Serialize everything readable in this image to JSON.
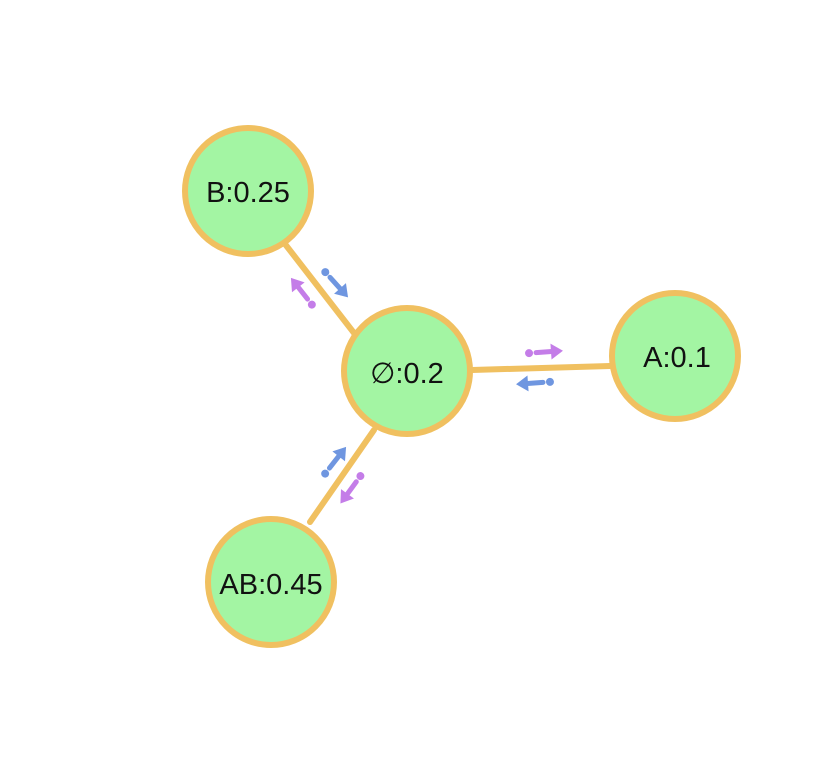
{
  "colors": {
    "node_fill": "#a3f5a3",
    "node_stroke": "#f0c060",
    "edge": "#f0c060",
    "arrow_outward": "#c47de8",
    "arrow_inward": "#6f96e0"
  },
  "nodes": [
    {
      "id": "center",
      "label": "∅:0.2"
    },
    {
      "id": "a",
      "label": "A:0.1"
    },
    {
      "id": "b",
      "label": "B:0.25"
    },
    {
      "id": "ab",
      "label": "AB:0.45"
    }
  ],
  "edges": [
    {
      "from": "center",
      "to": "a"
    },
    {
      "from": "center",
      "to": "b"
    },
    {
      "from": "center",
      "to": "ab"
    }
  ]
}
